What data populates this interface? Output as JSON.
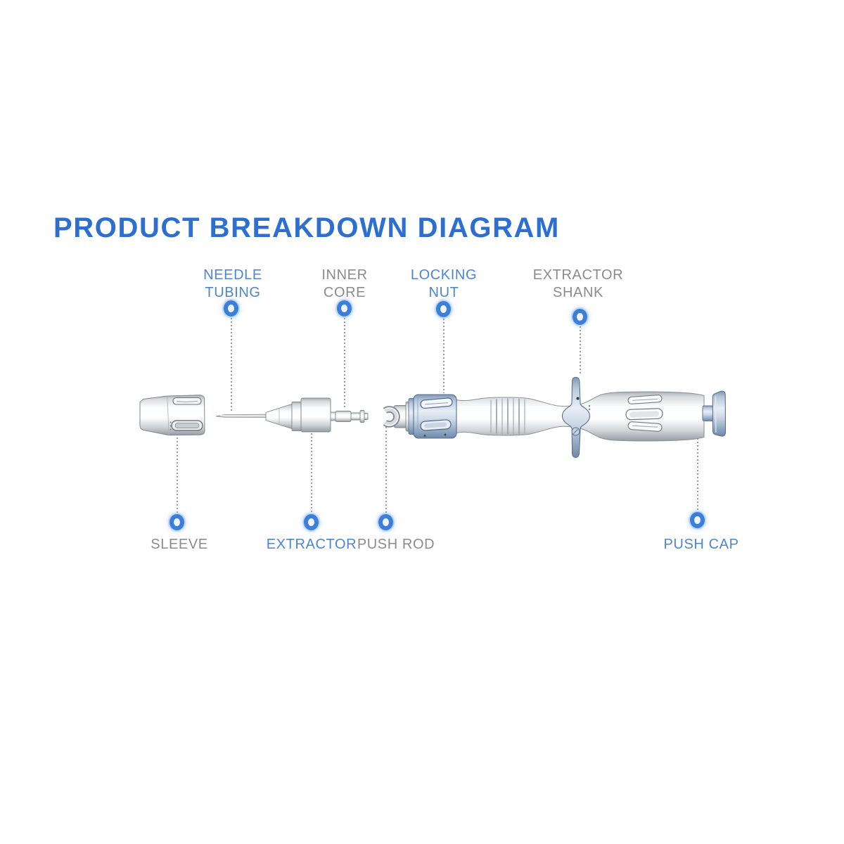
{
  "title": "PRODUCT BREAKDOWN DIAGRAM",
  "colors": {
    "title_blue": "#2d6fd1",
    "callout_blue": "#4c86d0",
    "callout_gray": "#8b8b8d",
    "marker_ring_blue": "#3b7fd9",
    "device_metal_blue": "#aebfd4",
    "device_metal_gray": "#d9dcdf",
    "connector_dot_gray": "#9b9b9b"
  },
  "callouts": {
    "needle_tubing": {
      "line1": "NEEDLE",
      "line2": "TUBING"
    },
    "inner_core": {
      "line1": "INNER",
      "line2": "CORE"
    },
    "locking_nut": {
      "line1": "LOCKING",
      "line2": "NUT"
    },
    "extractor_shank": {
      "line1": "EXTRACTOR",
      "line2": "SHANK"
    },
    "sleeve": {
      "label": "SLEEVE"
    },
    "extractor": {
      "label": "EXTRACTOR"
    },
    "push_rod": {
      "label": "PUSH ROD"
    },
    "push_cap": {
      "label": "PUSH CAP"
    }
  }
}
